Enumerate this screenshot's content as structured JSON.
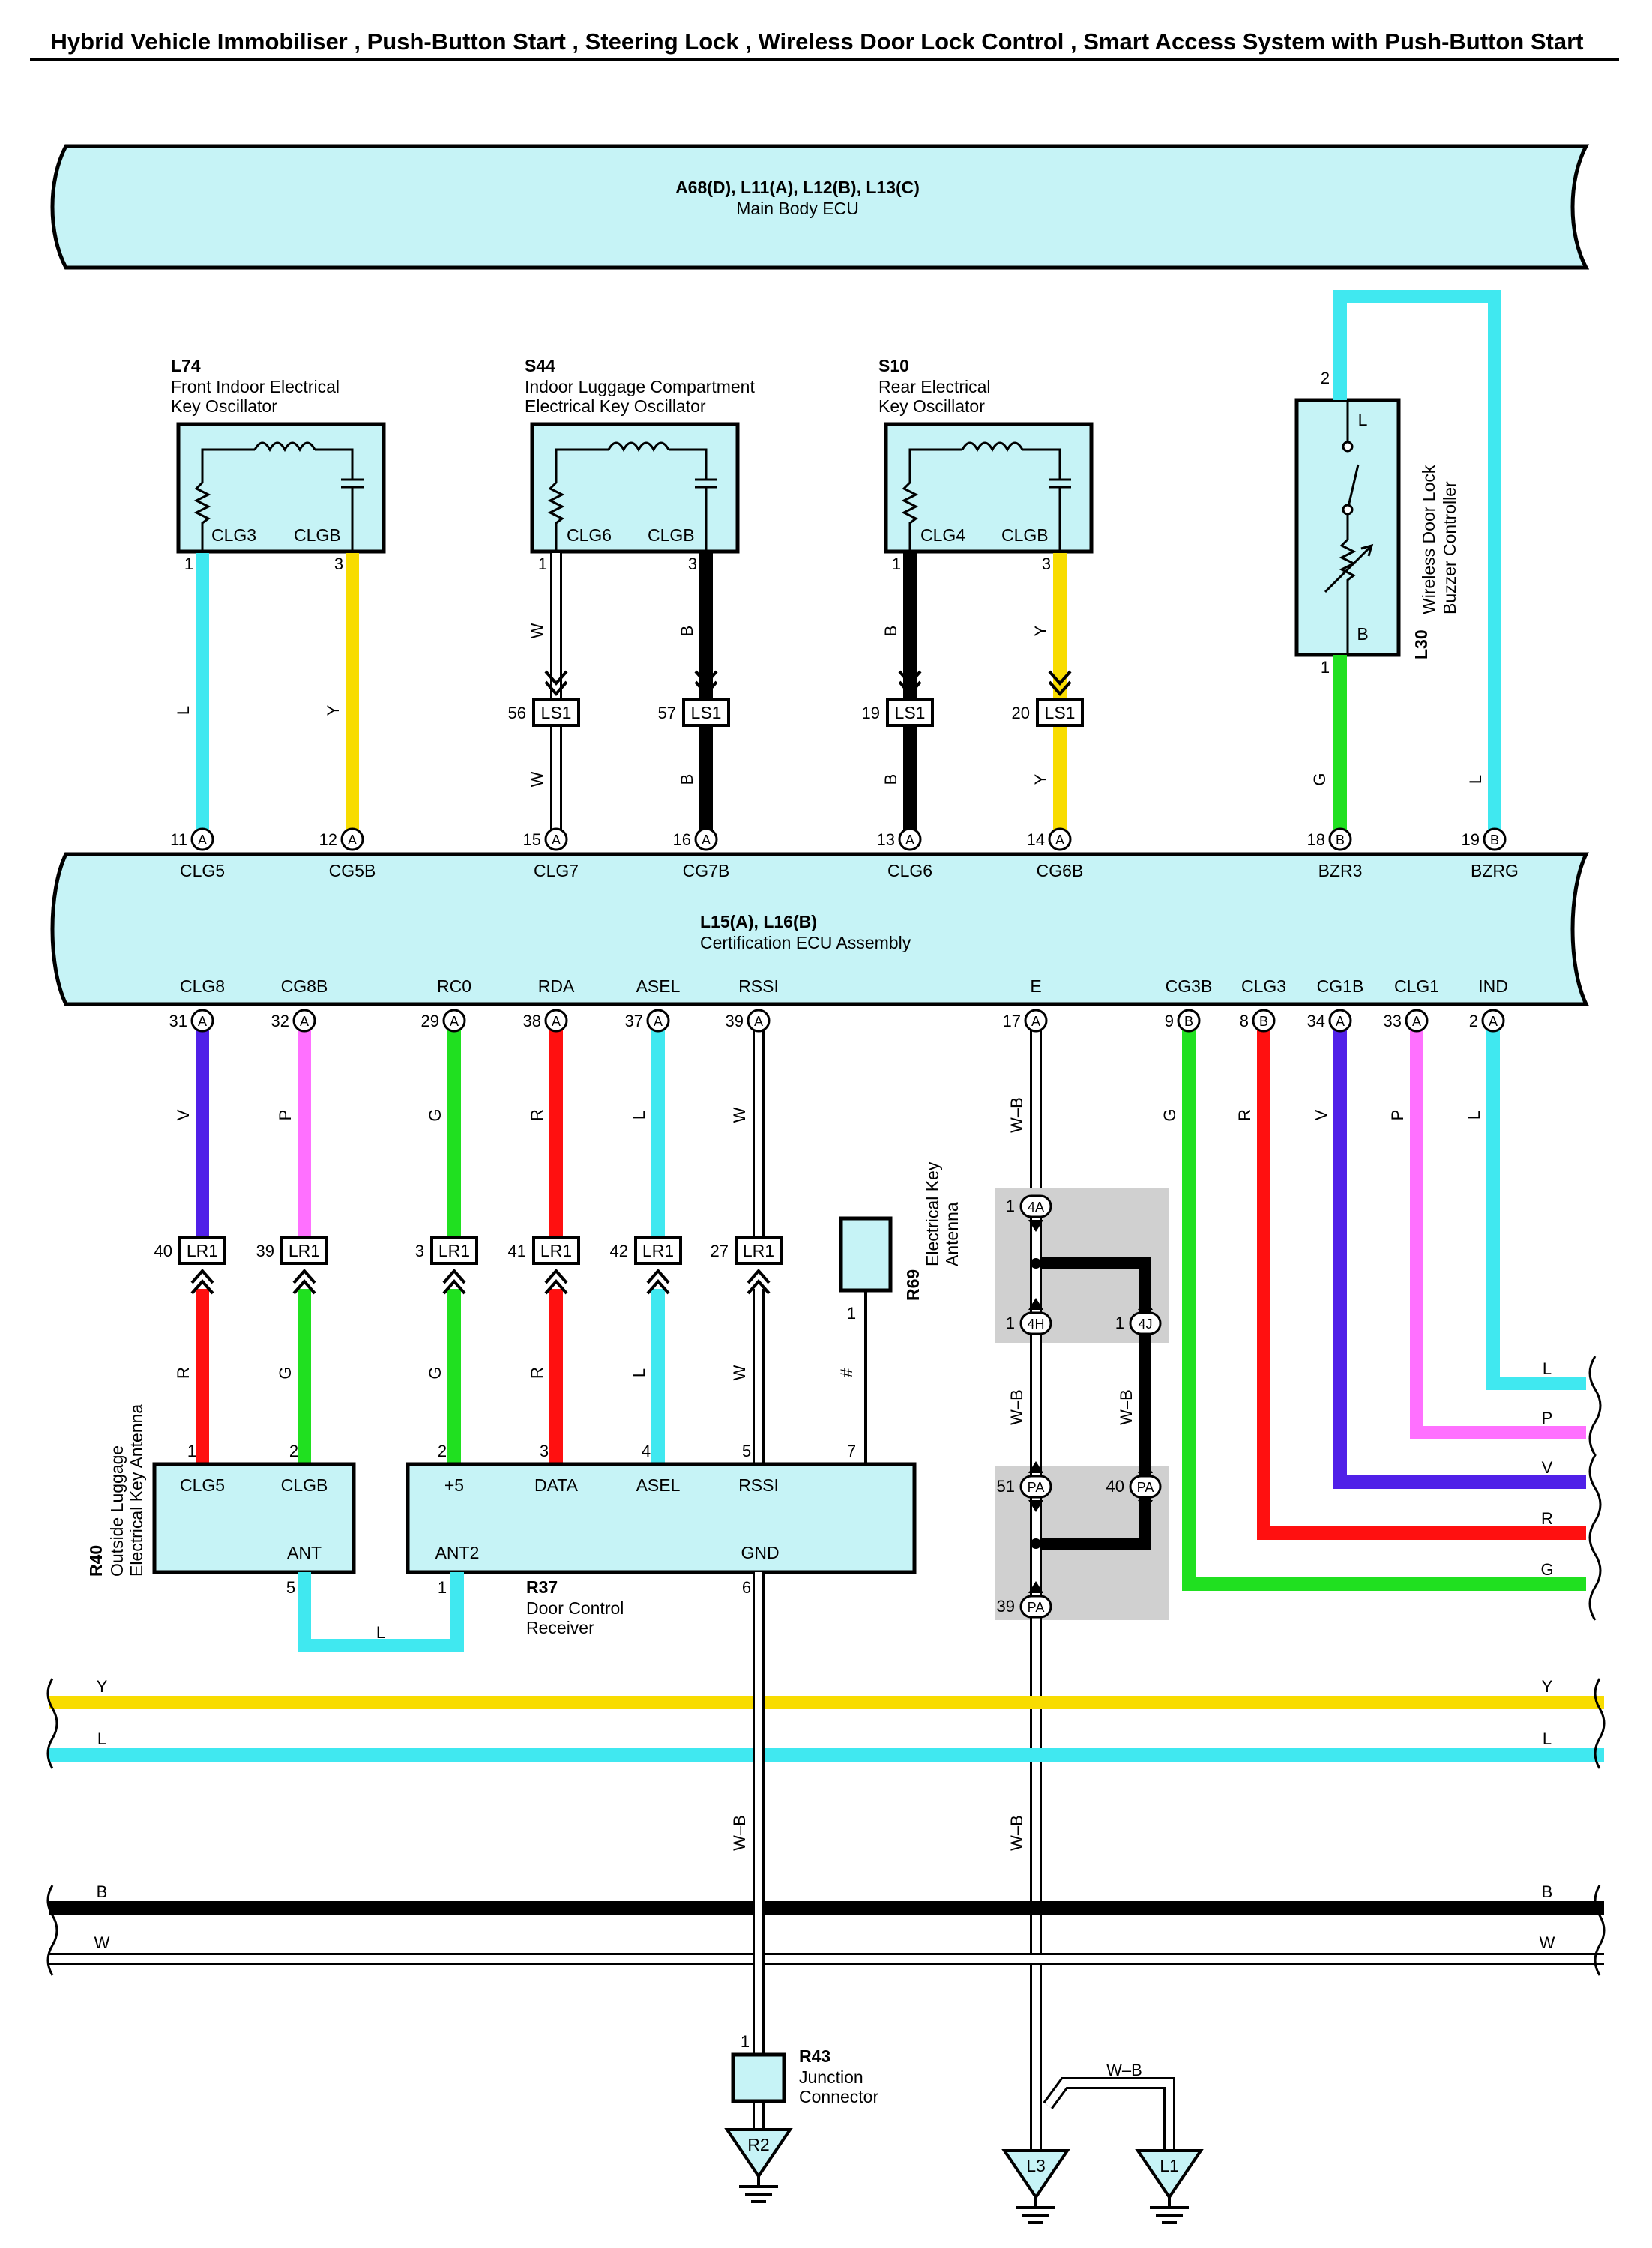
{
  "title": "Hybrid Vehicle Immobiliser , Push-Button Start , Steering Lock , Wireless Door Lock Control , Smart Access System with Push-Button Start",
  "colors": {
    "L": "#40e8f0",
    "Y": "#f8dc00",
    "B": "#000000",
    "W": "#ffffff",
    "G": "#20e020",
    "R": "#ff1010",
    "V": "#5020e8",
    "P": "#ff70ff",
    "ecu_fill": "#c6f3f6",
    "junction_gray": "#d0d0d0"
  },
  "main_body_ecu": {
    "code": "A68(D), L11(A), L12(B), L13(C)",
    "name": "Main Body ECU"
  },
  "cert_ecu": {
    "code": "L15(A), L16(B)",
    "name": "Certification ECU Assembly"
  },
  "oscillators": [
    {
      "code": "L74",
      "name1": "Front Indoor Electrical",
      "name2": "Key Oscillator",
      "left_term": "CLG3",
      "right_term": "CLGB"
    },
    {
      "code": "S44",
      "name1": "Indoor Luggage Compartment",
      "name2": "Electrical Key Oscillator",
      "left_term": "CLG6",
      "right_term": "CLGB"
    },
    {
      "code": "S10",
      "name1": "Rear Electrical",
      "name2": "Key Oscillator",
      "left_term": "CLG4",
      "right_term": "CLGB"
    }
  ],
  "buzzer": {
    "code": "L30",
    "name1": "Wireless Door Lock",
    "name2": "Buzzer Controller",
    "term_top": "L",
    "term_bottom": "B"
  },
  "top_wires": [
    {
      "from_pin": "1",
      "color": "L",
      "conn_pin": "",
      "conn": "",
      "ecu_pin": "11",
      "letter": "A",
      "term": "CLG5"
    },
    {
      "from_pin": "3",
      "color": "Y",
      "conn_pin": "",
      "conn": "",
      "ecu_pin": "12",
      "letter": "A",
      "term": "CG5B"
    },
    {
      "from_pin": "1",
      "color": "W",
      "conn_pin": "56",
      "conn": "LS1",
      "ecu_pin": "15",
      "letter": "A",
      "term": "CLG7"
    },
    {
      "from_pin": "3",
      "color": "B",
      "conn_pin": "57",
      "conn": "LS1",
      "ecu_pin": "16",
      "letter": "A",
      "term": "CG7B"
    },
    {
      "from_pin": "1",
      "color": "B",
      "conn_pin": "19",
      "conn": "LS1",
      "ecu_pin": "13",
      "letter": "A",
      "term": "CLG6"
    },
    {
      "from_pin": "3",
      "color": "Y",
      "conn_pin": "20",
      "conn": "LS1",
      "ecu_pin": "14",
      "letter": "A",
      "term": "CG6B"
    },
    {
      "from_pin": "1",
      "color": "G",
      "conn_pin": "",
      "conn": "",
      "ecu_pin": "18",
      "letter": "B",
      "term": "BZR3"
    },
    {
      "from_pin": "2",
      "color": "L",
      "conn_pin": "",
      "conn": "",
      "ecu_pin": "19",
      "letter": "B",
      "term": "BZRG"
    }
  ],
  "bottom_terms": [
    {
      "term": "CLG8",
      "pin": "31",
      "letter": "A",
      "color": "V"
    },
    {
      "term": "CG8B",
      "pin": "32",
      "letter": "A",
      "color": "P"
    },
    {
      "term": "RC0",
      "pin": "29",
      "letter": "A",
      "color": "G"
    },
    {
      "term": "RDA",
      "pin": "38",
      "letter": "A",
      "color": "R"
    },
    {
      "term": "ASEL",
      "pin": "37",
      "letter": "A",
      "color": "L"
    },
    {
      "term": "RSSI",
      "pin": "39",
      "letter": "A",
      "color": "W"
    },
    {
      "term": "E",
      "pin": "17",
      "letter": "A",
      "color": "W–B"
    },
    {
      "term": "CG3B",
      "pin": "9",
      "letter": "B",
      "color": "G"
    },
    {
      "term": "CLG3",
      "pin": "8",
      "letter": "B",
      "color": "R"
    },
    {
      "term": "CG1B",
      "pin": "34",
      "letter": "A",
      "color": "V"
    },
    {
      "term": "CLG1",
      "pin": "33",
      "letter": "A",
      "color": "P"
    },
    {
      "term": "IND",
      "pin": "2",
      "letter": "A",
      "color": "L"
    }
  ],
  "lr1": {
    "name": "LR1",
    "pins": [
      "40",
      "39",
      "3",
      "41",
      "42",
      "27"
    ],
    "lower_colors": [
      "R",
      "G",
      "G",
      "R",
      "L",
      "W"
    ]
  },
  "antenna_r40": {
    "code": "R40",
    "name1": "Outside Luggage",
    "name2": "Electrical Key Antenna",
    "pins": [
      "1",
      "2"
    ],
    "terms": [
      "CLG5",
      "CLGB"
    ],
    "ant": "ANT",
    "ant_pin": "5"
  },
  "receiver_r37": {
    "code": "R37",
    "name1": "Door Control",
    "name2": "Receiver",
    "pins": [
      "2",
      "3",
      "4",
      "5",
      "7"
    ],
    "terms": [
      "+5",
      "DATA",
      "ASEL",
      "RSSI"
    ],
    "ant2": "ANT2",
    "ant2_pin": "1",
    "gnd": "GND",
    "gnd_pin": "6",
    "link_color": "L"
  },
  "antenna_r69": {
    "code": "R69",
    "name1": "Electrical Key",
    "name2": "Antenna",
    "pin": "1",
    "wire_label": "#"
  },
  "junction": {
    "j1": "4A",
    "j2": "4H",
    "j3": "4J",
    "pins1": [
      "1",
      "1",
      "1"
    ],
    "pa_pins": [
      "51",
      "40",
      "39"
    ],
    "pa": "PA",
    "color": "W–B"
  },
  "right_side_wires": [
    "L",
    "P",
    "V",
    "R",
    "G"
  ],
  "bus": [
    "Y",
    "L",
    "B",
    "W"
  ],
  "grounds": {
    "r43_code": "R43",
    "r43_name1": "Junction",
    "r43_name2": "Connector",
    "r43_pin": "1",
    "r2": "R2",
    "l3": "L3",
    "l1": "L1",
    "wb": "W–B"
  }
}
